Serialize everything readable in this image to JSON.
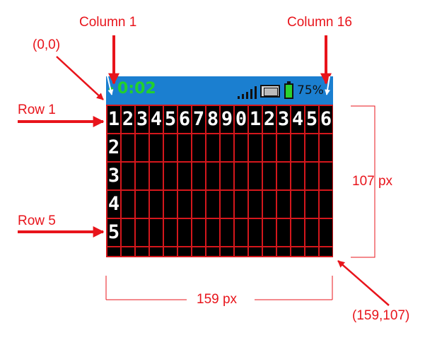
{
  "annotations": {
    "column_first": "Column 1",
    "column_last": "Column 16",
    "origin": "(0,0)",
    "row_first": "Row 1",
    "row_last": "Row 5",
    "height": "107 px",
    "width": "159 px",
    "corner": "(159,107)"
  },
  "status_bar": {
    "timer": "0:02",
    "battery": "75%",
    "icons": [
      "signal-bars-icon",
      "film-icon",
      "battery-icon"
    ]
  },
  "display": {
    "header_row": [
      "1",
      "2",
      "3",
      "4",
      "5",
      "6",
      "7",
      "8",
      "9",
      "0",
      "1",
      "2",
      "3",
      "4",
      "5",
      "6"
    ],
    "row_labels": [
      "2",
      "3",
      "4",
      "5"
    ]
  },
  "colors": {
    "annotation": "#e8141b",
    "grid": "#d4171c",
    "status_bar": "#1b7fd0",
    "timer": "#22d12b",
    "cell_text": "#ffffff",
    "screen": "#000000"
  }
}
